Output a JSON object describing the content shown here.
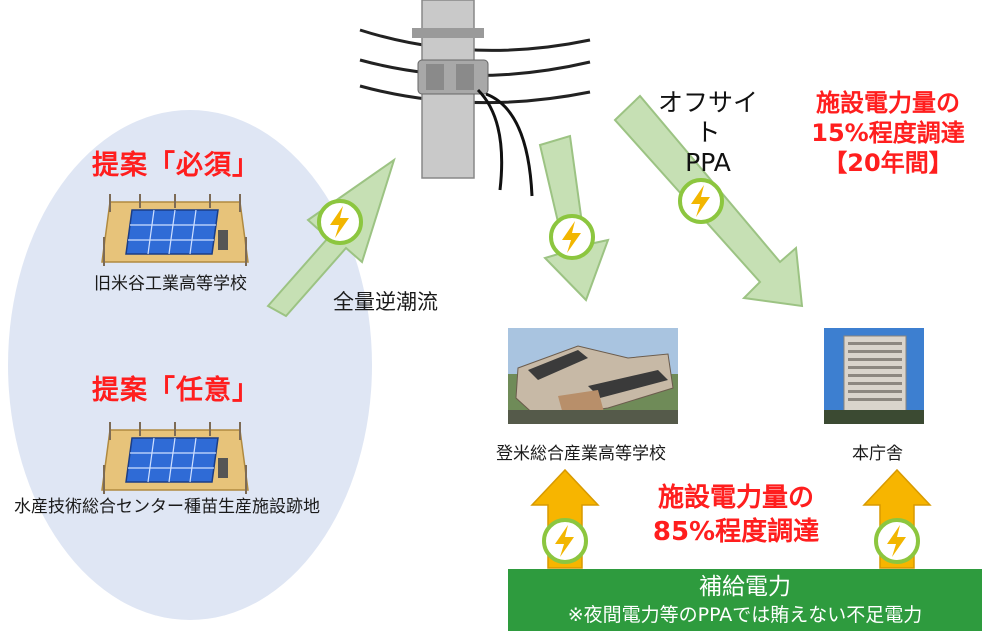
{
  "proposal_required": "提案「必須」",
  "proposal_optional": "提案「任意」",
  "site_1": "旧米谷工業高等学校",
  "site_2": "水産技術総合センター種苗生産施設跡地",
  "full_reverse_flow": "全量逆潮流",
  "offsite_ppa": [
    "オフサイト",
    "PPA"
  ],
  "procure_15": [
    "施設電力量の",
    "15%程度調達",
    "【20年間】"
  ],
  "procure_85": [
    "施設電力量の",
    "85%程度調達"
  ],
  "building_school": "登米総合産業高等学校",
  "building_office": "本庁舎",
  "supply_bar": {
    "title": "補給電力",
    "subtitle": "※夜間電力等のPPAでは賄えない不足電力"
  },
  "colors": {
    "ellipse": "#dfe6f4",
    "emphasis_red": "#ff1e1e",
    "green_arrow": "#c6e0b4",
    "lightning_ring": "#8cc63f",
    "lightning_bolt": "#f2b600",
    "orange_arrow": "#f7b500",
    "supply_bar": "#2e9b3e"
  },
  "icons": [
    "lightning-icon",
    "utility-pole-icon",
    "solar-farm-icon"
  ]
}
